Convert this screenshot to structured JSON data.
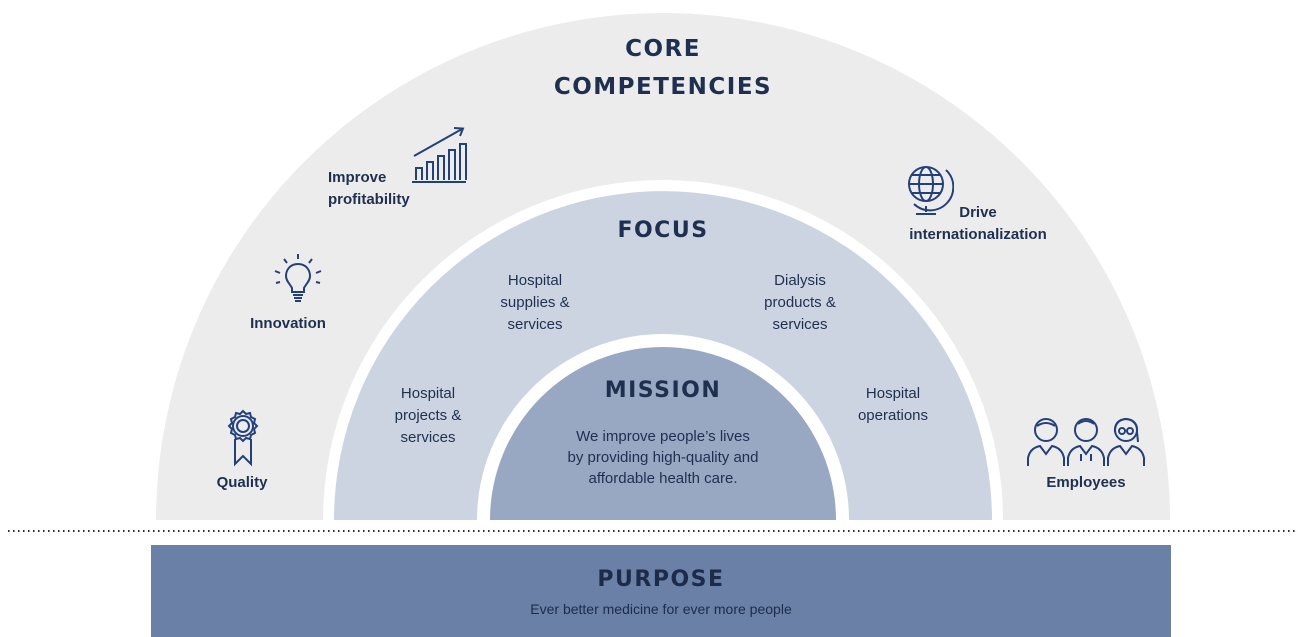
{
  "core": {
    "title_line1": "CORE",
    "title_line2": "COMPETENCIES",
    "improve_profitability_line1": "Improve",
    "improve_profitability_line2": "profitability",
    "innovation": "Innovation",
    "quality": "Quality",
    "drive_internationalization_line1": "Drive",
    "drive_internationalization_line2": "internationalization",
    "employees": "Employees"
  },
  "focus": {
    "title": "FOCUS",
    "hospital_supplies": [
      "Hospital",
      "supplies &",
      "services"
    ],
    "dialysis_products": [
      "Dialysis",
      "products &",
      "services"
    ],
    "hospital_projects": [
      "Hospital",
      "projects &",
      "services"
    ],
    "hospital_operations": [
      "Hospital",
      "operations"
    ]
  },
  "mission": {
    "title": "MISSION",
    "text": [
      "We improve people’s lives",
      "by providing high-quality and",
      "affordable health care."
    ]
  },
  "purpose": {
    "title": "PURPOSE",
    "text": "Ever better medicine for ever more people"
  },
  "icons": {
    "chart": "rising-bar-chart-icon",
    "bulb": "lightbulb-icon",
    "medal": "quality-medal-icon",
    "globe": "globe-icon",
    "people": "medical-staff-icon"
  },
  "colors": {
    "outer_ring": "#ececec",
    "focus_ring": "#ccd4e2",
    "mission": "#98a7c2",
    "purpose_band": "#6a80a7",
    "text": "#1e2f50"
  }
}
